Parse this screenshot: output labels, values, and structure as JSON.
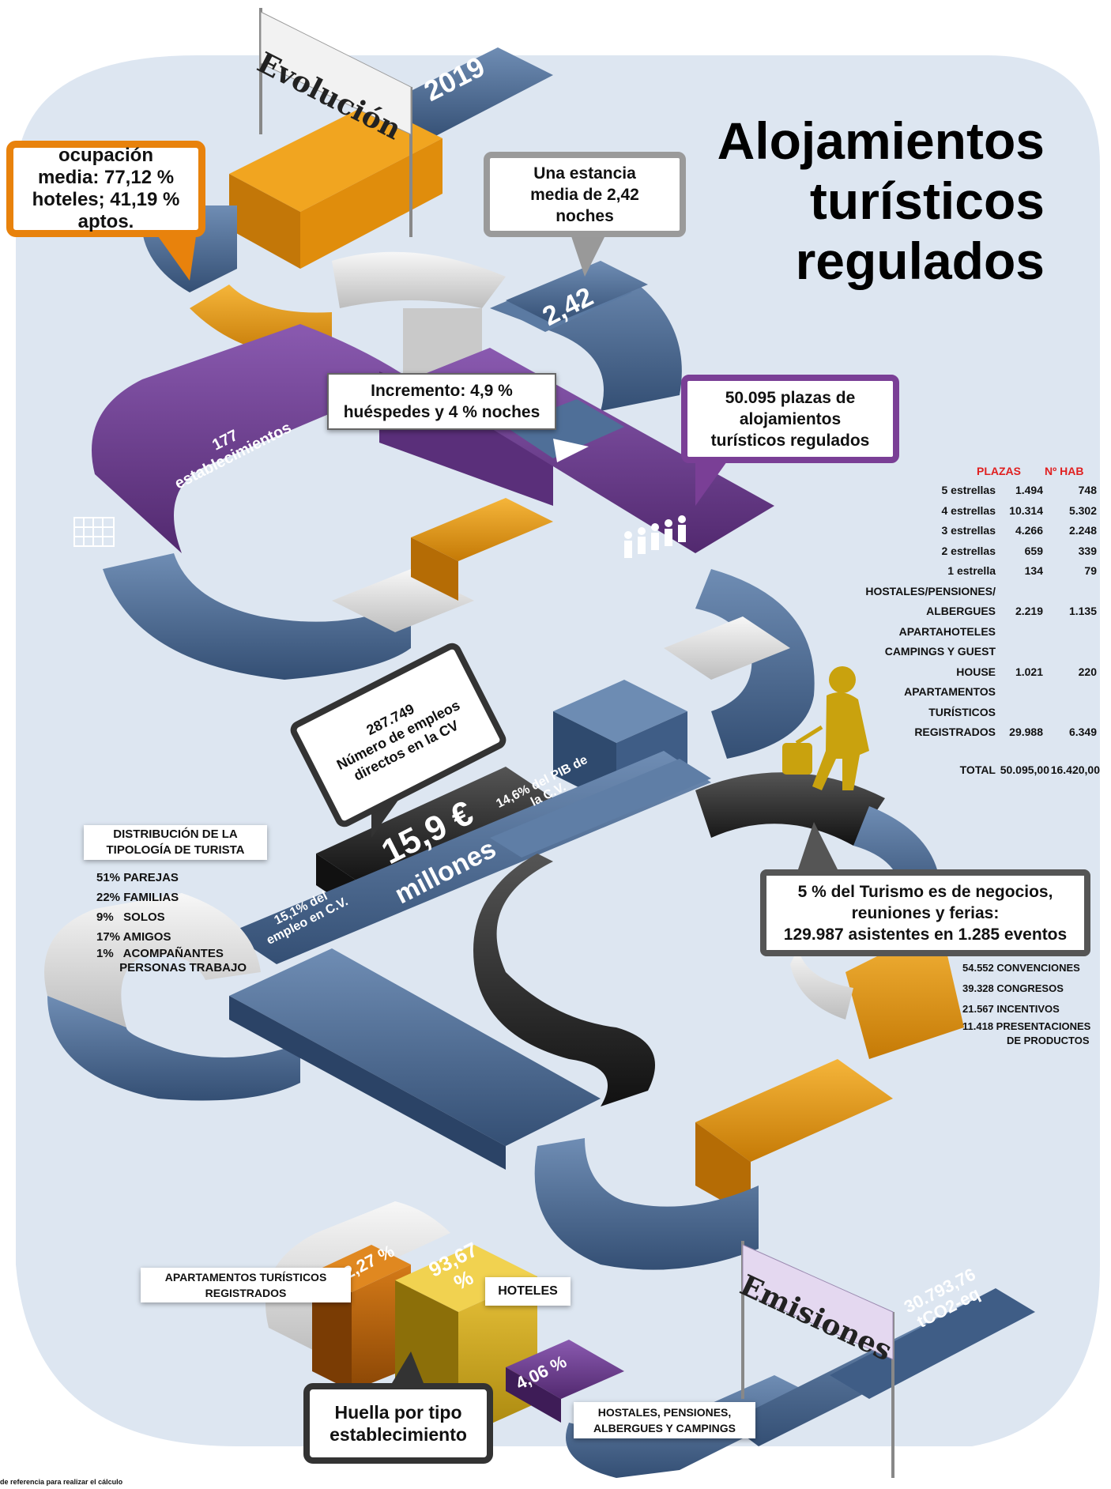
{
  "title_lines": [
    "Alojamientos",
    "turísticos",
    "regulados"
  ],
  "flags": {
    "evolucion": "Evolución",
    "emisiones": "Emisiones"
  },
  "road": {
    "year": "2019",
    "stay_value": "2,42",
    "establishments": "177 establecimientos",
    "employment_pct": "15,1% del empleo en C.V.",
    "gdp_pct": "14,6% del PIB de la C.V.",
    "revenue_value": "15,9 €",
    "revenue_unit": "millones",
    "emissions_value": "30.793,76 tCO2-eq",
    "footprint_apartments": "2,27 %",
    "footprint_hotels": "93,67 %",
    "footprint_hostels": "4,06 %"
  },
  "callouts": {
    "occupancy": [
      "ocupación",
      "media: 77,12 %",
      "hoteles; 41,19 %",
      "aptos."
    ],
    "stay": [
      "Una estancia",
      "media de 2,42",
      "noches"
    ],
    "increment": [
      "Incremento: 4,9 %",
      "huéspedes y 4 % noches"
    ],
    "places": [
      "50.095 plazas de",
      "alojamientos",
      "turísticos regulados"
    ],
    "jobs": [
      "287.749",
      "Número de empleos",
      "directos en la CV"
    ],
    "business": [
      "5 % del Turismo es de negocios,",
      "reuniones y ferias:",
      "129.987 asistentes en 1.285 eventos"
    ],
    "footprint": [
      "Huella por tipo",
      "establecimiento"
    ]
  },
  "table": {
    "header_plazas": "PLAZAS",
    "header_hab": "Nº HAB",
    "rows": [
      {
        "label": "5 estrellas",
        "plazas": "1.494",
        "hab": "748"
      },
      {
        "label": "4 estrellas",
        "plazas": "10.314",
        "hab": "5.302"
      },
      {
        "label": "3 estrellas",
        "plazas": "4.266",
        "hab": "2.248"
      },
      {
        "label": "2 estrellas",
        "plazas": "659",
        "hab": "339"
      },
      {
        "label": "1 estrella",
        "plazas": "134",
        "hab": "79"
      },
      {
        "label": "HOSTALES/PENSIONES/",
        "plazas": "",
        "hab": ""
      },
      {
        "label": "ALBERGUES",
        "plazas": "2.219",
        "hab": "1.135"
      },
      {
        "label": "APARTAHOTELES",
        "plazas": "",
        "hab": ""
      },
      {
        "label": "CAMPINGS Y GUEST",
        "plazas": "",
        "hab": ""
      },
      {
        "label": "HOUSE",
        "plazas": "1.021",
        "hab": "220"
      },
      {
        "label": "APARTAMENTOS",
        "plazas": "",
        "hab": ""
      },
      {
        "label": "TURÍSTICOS",
        "plazas": "",
        "hab": ""
      },
      {
        "label": "REGISTRADOS",
        "plazas": "29.988",
        "hab": "6.349"
      }
    ],
    "total": {
      "label": "TOTAL",
      "plazas": "50.095,00",
      "hab": "16.420,00"
    }
  },
  "tourist_types": {
    "title_lines": [
      "DISTRIBUCIÓN DE LA",
      "TIPOLOGÍA DE TURISTA"
    ],
    "items": [
      "51% PAREJAS",
      "22% FAMILIAS",
      "9%   SOLOS",
      "17% AMIGOS",
      "1%   ACOMPAÑANTES",
      "       PERSONAS TRABAJO"
    ]
  },
  "events": [
    "54.552 CONVENCIONES",
    "39.328 CONGRESOS",
    "21.567 INCENTIVOS",
    "11.418 PRESENTACIONES",
    "DE PRODUCTOS"
  ],
  "footprint_labels": {
    "apartments": [
      "APARTAMENTOS TURÍSTICOS",
      "REGISTRADOS"
    ],
    "hotels": "HOTELES",
    "hostels": [
      "HOSTALES, PENSIONES,",
      "ALBERGUES Y CAMPINGS"
    ]
  },
  "footnote": "de referencia para realizar el cálculo",
  "colors": {
    "background_panel": "#dde6f1",
    "road_blue": "#4a6a92",
    "road_purple": "#6e3f93",
    "road_orange": "#e89a12",
    "road_black": "#222222",
    "road_white": "#e6e6e6",
    "table_header_red": "#e02020",
    "callout_orange": "#e8820c",
    "callout_purple": "#7a3f96",
    "callout_grey": "#999999",
    "callout_dark": "#333333"
  }
}
